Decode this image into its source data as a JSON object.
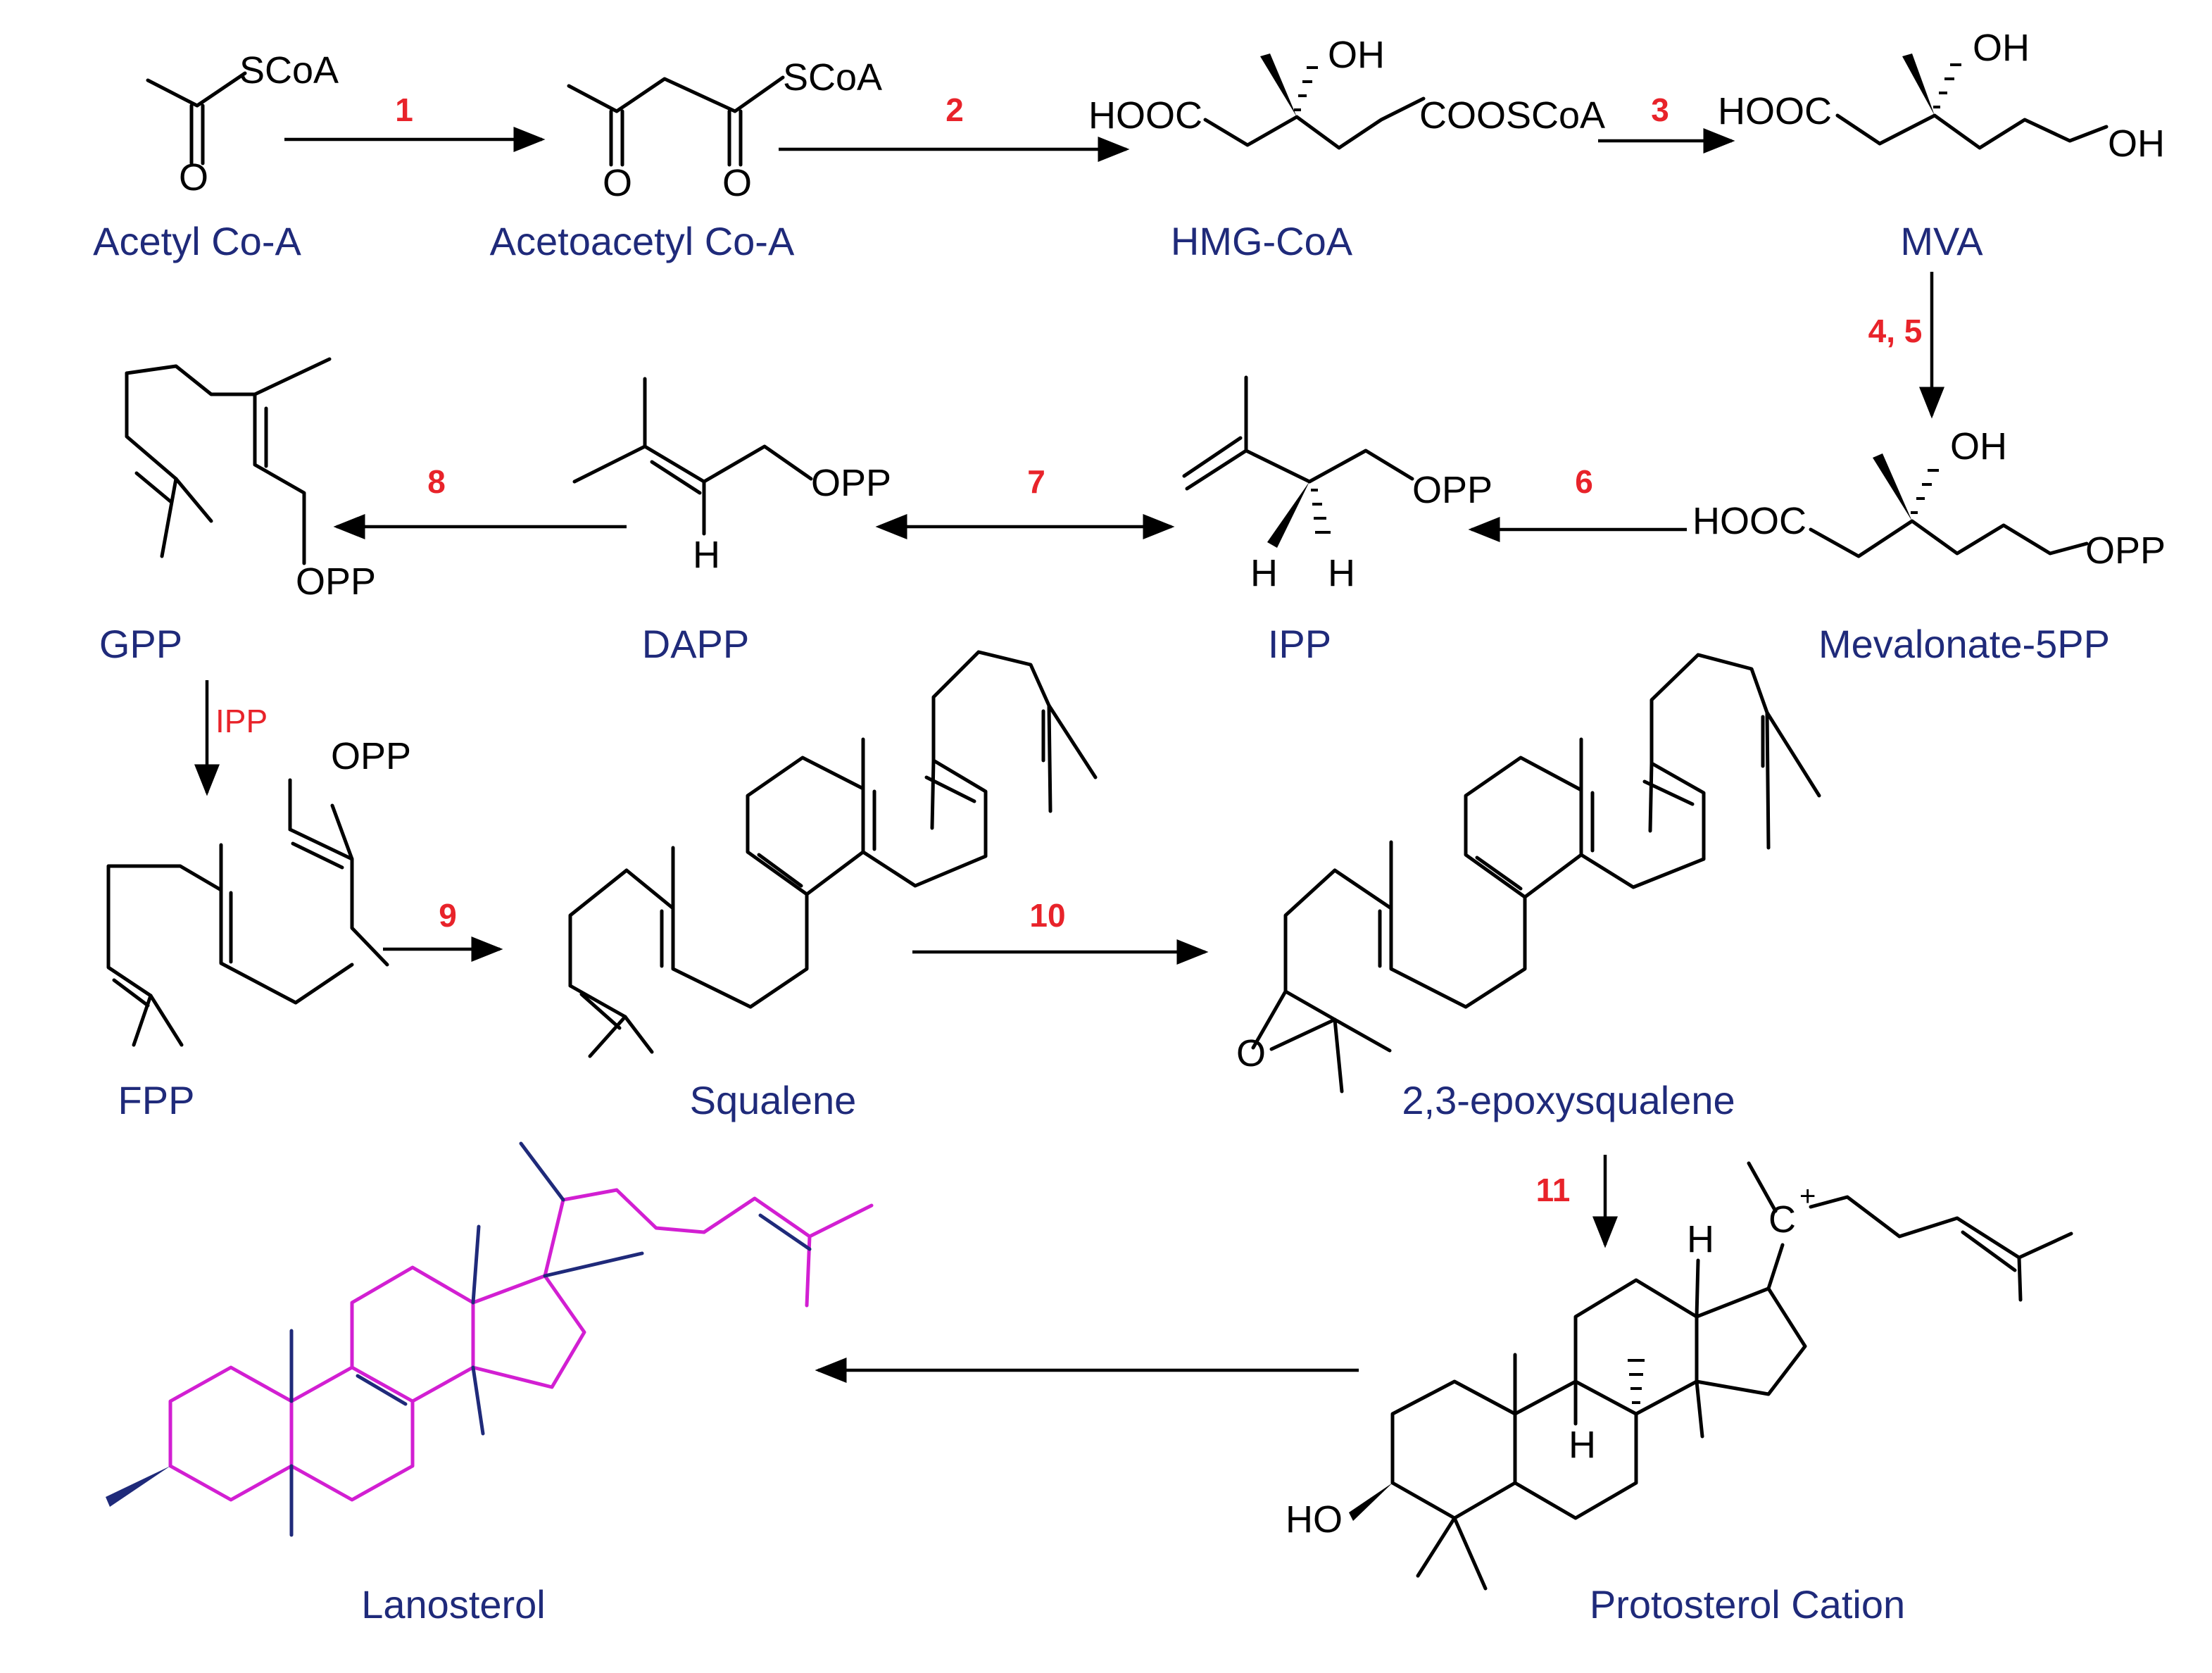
{
  "compounds": {
    "acetyl_coa": "Acetyl Co-A",
    "acetoacetyl_coa": "Acetoacetyl Co-A",
    "hmg_coa": "HMG-CoA",
    "mva": "MVA",
    "gpp": "GPP",
    "dapp": "DAPP",
    "ipp": "IPP",
    "mevalonate_5pp": "Mevalonate-5PP",
    "fpp": "FPP",
    "squalene": "Squalene",
    "epoxysqualene": "2,3-epoxysqualene",
    "lanosterol": "Lanosterol",
    "protosterol_cation": "Protosterol Cation"
  },
  "steps": {
    "s1": "1",
    "s2": "2",
    "s3": "3",
    "s45": "4, 5",
    "s6": "6",
    "s7": "7",
    "s8": "8",
    "s9": "9",
    "s10": "10",
    "s11": "11",
    "ipp_cofactor": "IPP"
  },
  "atoms": {
    "scoa": "SCoA",
    "o": "O",
    "oh": "OH",
    "hooc": "HOOC",
    "coosco": "COOSCoA",
    "opp": "OPP",
    "h": "H",
    "ho": "HO",
    "c_plus": "C",
    "plus": "+"
  },
  "colors": {
    "compound_label": "#1f2a7a",
    "step_number": "#e8232a",
    "lanosterol_skeleton": "#d21fd2",
    "lanosterol_stereo": "#1f2a7a"
  }
}
